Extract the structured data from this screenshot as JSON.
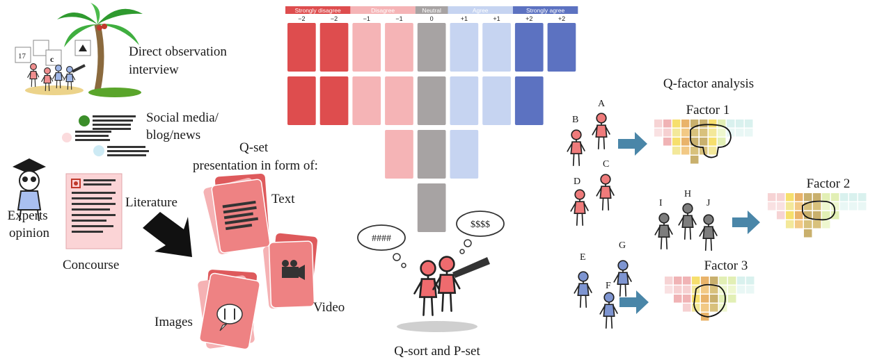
{
  "concourse": {
    "title": "Concourse",
    "sources": {
      "observation": [
        "Direct observation",
        "interview"
      ],
      "social": [
        "Social media/",
        "blog/news"
      ],
      "experts": [
        "Experts",
        "opinion"
      ],
      "literature": "Literature"
    },
    "sign_glyphs": {
      "a": "17",
      "b": "c"
    }
  },
  "qset": {
    "title": [
      "Q-set",
      "presentation in form of:"
    ],
    "forms": [
      "Text",
      "Video",
      "Images"
    ]
  },
  "qsort": {
    "title": "Q-sort and P-set",
    "categories": [
      {
        "label": "Strongly disagree",
        "color": "#de4d4e"
      },
      {
        "label": "Disagree",
        "color": "#f5b4b6"
      },
      {
        "label": "Neutral",
        "color": "#a7a3a3"
      },
      {
        "label": "Agree",
        "color": "#c6d4f1"
      },
      {
        "label": "Strongly agree",
        "color": "#5c72c1"
      }
    ],
    "columns": [
      {
        "score": "−2",
        "cat": 0,
        "count": 2
      },
      {
        "score": "−2",
        "cat": 0,
        "count": 2
      },
      {
        "score": "−1",
        "cat": 1,
        "count": 2
      },
      {
        "score": "−1",
        "cat": 1,
        "count": 3
      },
      {
        "score": "0",
        "cat": 2,
        "count": 4
      },
      {
        "score": "+1",
        "cat": 3,
        "count": 3
      },
      {
        "score": "+1",
        "cat": 3,
        "count": 2
      },
      {
        "score": "+2",
        "cat": 4,
        "count": 2
      },
      {
        "score": "+2",
        "cat": 4,
        "count": 1
      }
    ],
    "thought_bubbles": [
      "####",
      "$$$$"
    ]
  },
  "analysis": {
    "title": "Q-factor analysis",
    "factors": [
      {
        "name": "Factor 1",
        "participants": [
          "A",
          "B",
          "C",
          "D"
        ],
        "color": "#ef7b7b"
      },
      {
        "name": "Factor 2",
        "participants": [
          "H",
          "I",
          "J"
        ],
        "color": "#8a8a8a"
      },
      {
        "name": "Factor 3",
        "participants": [
          "G",
          "E",
          "F"
        ],
        "color": "#7e95d1"
      }
    ]
  }
}
